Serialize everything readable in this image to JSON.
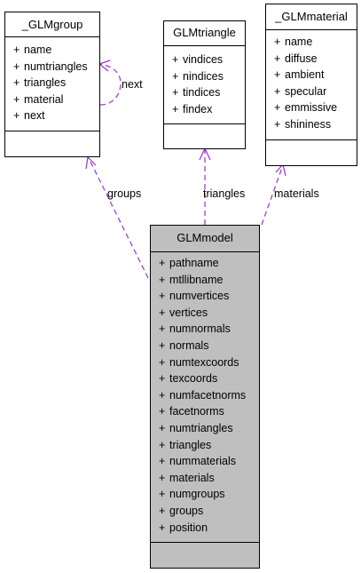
{
  "colors": {
    "edge": "#9a32cd",
    "box_border": "#000000",
    "box_fill": "#ffffff",
    "highlight_fill": "#bfbfbf"
  },
  "classes": {
    "glmgroup": {
      "title": "_GLMgroup",
      "attributes": [
        "name",
        "numtriangles",
        "triangles",
        "material",
        "next"
      ]
    },
    "glmtriangle": {
      "title": "GLMtriangle",
      "attributes": [
        "vindices",
        "nindices",
        "tindices",
        "findex"
      ]
    },
    "glmmaterial": {
      "title": "_GLMmaterial",
      "attributes": [
        "name",
        "diffuse",
        "ambient",
        "specular",
        "emmissive",
        "shininess"
      ]
    },
    "glmmodel": {
      "title": "GLMmodel",
      "attributes": [
        "pathname",
        "mtllibname",
        "numvertices",
        "vertices",
        "numnormals",
        "normals",
        "numtexcoords",
        "texcoords",
        "numfacetnorms",
        "facetnorms",
        "numtriangles",
        "triangles",
        "nummaterials",
        "materials",
        "numgroups",
        "groups",
        "position"
      ]
    }
  },
  "attribute_marker": "+",
  "edge_labels": {
    "next": "next",
    "groups": "groups",
    "triangles": "triangles",
    "materials": "materials"
  }
}
